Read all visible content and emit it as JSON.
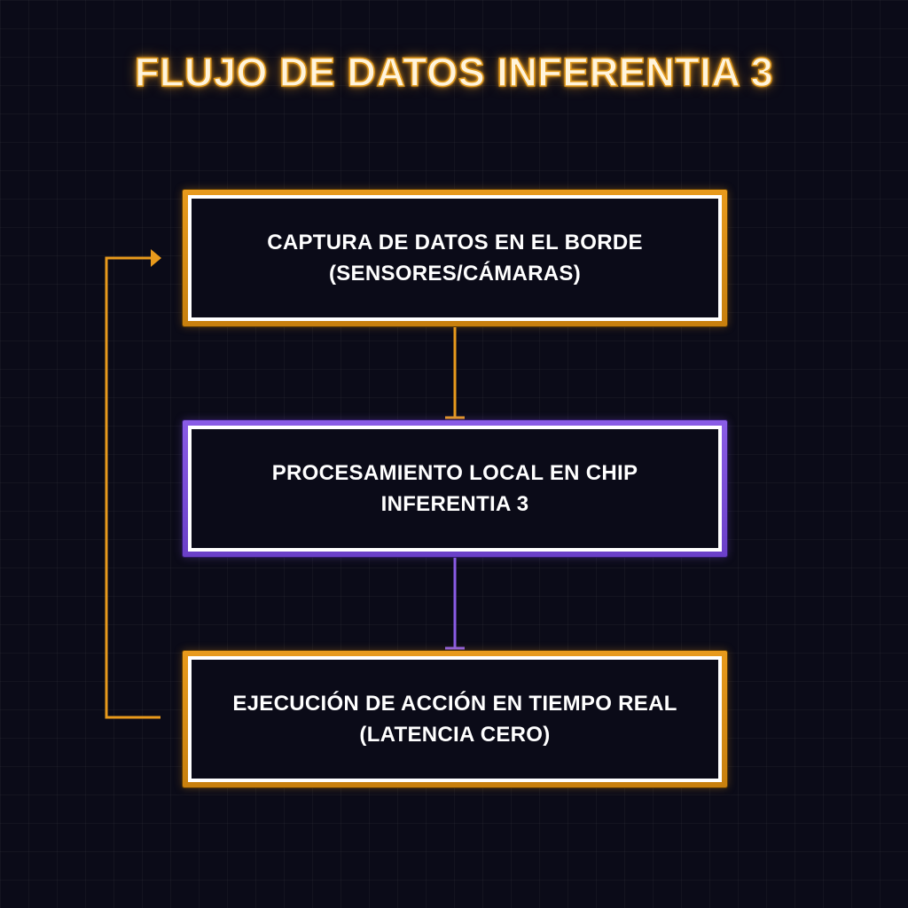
{
  "title": "FLUJO DE DATOS INFERENTIA 3",
  "nodes": [
    {
      "label": "CAPTURA DE DATOS EN EL BORDE\n(SENSORES/CÁMARAS)",
      "color": "#e89a1c"
    },
    {
      "label": "PROCESAMIENTO LOCAL EN CHIP\nINFERENTIA 3",
      "color": "#8a5ce6"
    },
    {
      "label": "EJECUCIÓN DE ACCIÓN EN TIEMPO REAL\n(LATENCIA CERO)",
      "color": "#e89a1c"
    }
  ],
  "colors": {
    "background": "#0b0b18",
    "accent_orange": "#e89a1c",
    "accent_purple": "#8a5ce6",
    "text": "#ffffff"
  }
}
